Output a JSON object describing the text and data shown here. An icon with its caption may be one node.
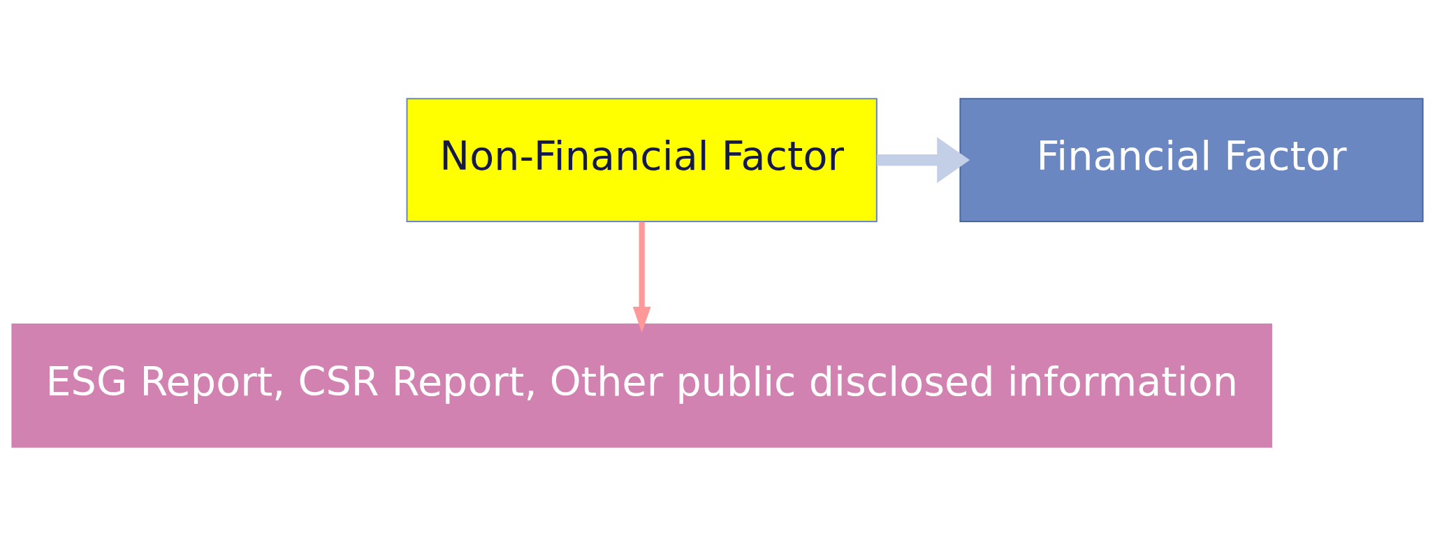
{
  "diagram": {
    "nodes": [
      {
        "text": [
          "Financial Factor"
        ]
      },
      {
        "text": [
          "Non-Financial Factor"
        ]
      },
      {
        "text": [
          "ESG Report, CSR Report, Other public disclosed information"
        ]
      }
    ],
    "edges": [
      {
        "from": 1,
        "to": 0,
        "arrow": "to",
        "style": "thick",
        "color": "#c3cfe6"
      },
      {
        "from": 1,
        "to": 2,
        "arrow": "to",
        "color": "#ff9999"
      }
    ]
  }
}
